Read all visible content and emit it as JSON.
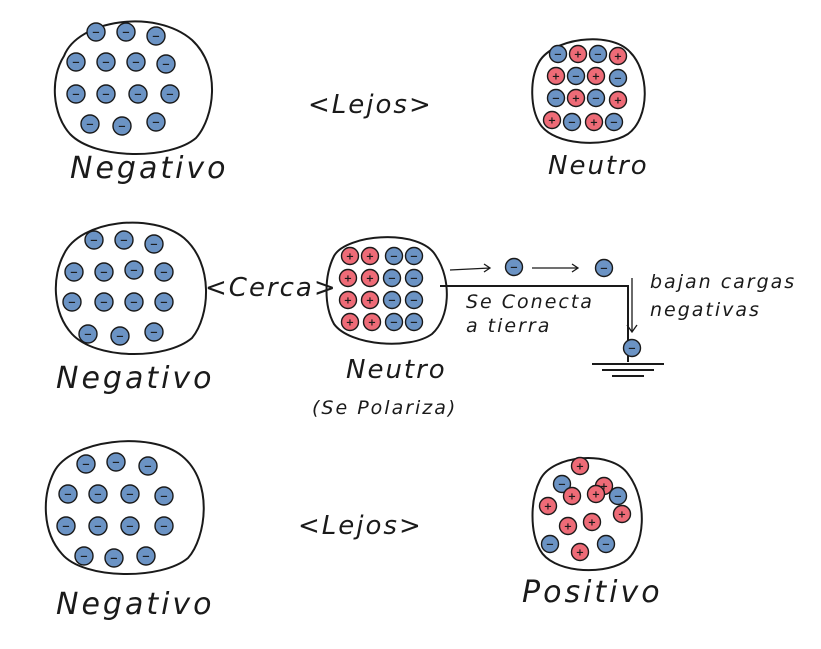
{
  "labels": {
    "row1_left": "Negativo",
    "row1_relation": "<Lejos>",
    "row1_right": "Neutro",
    "row2_left": "Negativo",
    "row2_relation": "<Cerca>",
    "row2_center": "Neutro",
    "row2_center_sub": "(Se Polariza)",
    "ground_line1": "Se Conecta",
    "ground_line2": "a tierra",
    "flow_line1": "bajan cargas",
    "flow_line2": "negativas",
    "row3_left": "Negativo",
    "row3_relation": "<Lejos>",
    "row3_right": "Positivo"
  },
  "charge_symbols": {
    "negative": "−",
    "positive": "+"
  },
  "colors": {
    "negative": "#6b93c4",
    "positive": "#ee6b77",
    "outline": "#1a1a1a",
    "sign": "#1a1a1a"
  }
}
